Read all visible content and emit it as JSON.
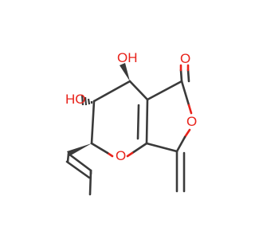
{
  "molecule": {
    "atoms": {
      "oh_top": "OH",
      "oh_left": "HO",
      "o_carbonyl": "O",
      "o_lactone": "O",
      "o_pyran": "O"
    },
    "colors": {
      "oxygen": "#e8231b",
      "carbon_bond": "#3a3a3a",
      "background": "#ffffff"
    }
  }
}
